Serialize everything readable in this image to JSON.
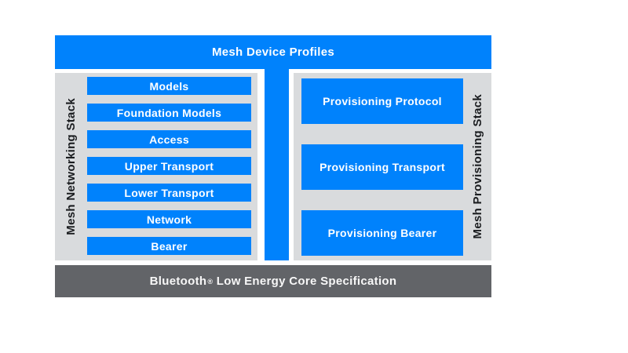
{
  "diagram": {
    "title_bar": {
      "label": "Mesh Device Profiles"
    },
    "networking_stack": {
      "label": "Mesh Networking Stack",
      "layers": [
        "Models",
        "Foundation Models",
        "Access",
        "Upper Transport",
        "Lower Transport",
        "Network",
        "Bearer"
      ]
    },
    "provisioning_stack": {
      "label": "Mesh Provisioning Stack",
      "layers": [
        "Provisioning Protocol",
        "Provisioning Transport",
        "Provisioning Bearer"
      ]
    },
    "base_bar": {
      "label_prefix": "Bluetooth",
      "registered_mark": "®",
      "label_suffix": "Low Energy Core Specification"
    },
    "colors": {
      "accent_blue": "#0082FC",
      "panel_gray": "#D9DBDD",
      "base_gray": "#626468",
      "text_on_blue": "#FFFFFF",
      "label_black": "#1B1D20"
    }
  }
}
